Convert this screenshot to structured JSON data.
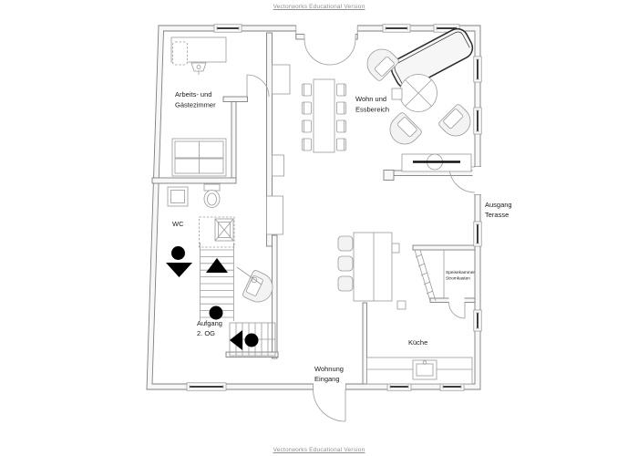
{
  "watermark": {
    "top": "Vectorworks Educational Version",
    "bottom": "Vectorworks Educational Version"
  },
  "rooms": {
    "study": {
      "line1": "Arbeits- und",
      "line2": "Gästezimmer"
    },
    "living": {
      "line1": "Wohn und",
      "line2": "Essbereich"
    },
    "wc": {
      "label": "WC"
    },
    "stairs": {
      "line1": "Aufgang",
      "line2": "2. OG"
    },
    "entrance": {
      "line1": "Wohnung",
      "line2": "Eingang"
    },
    "terrace": {
      "line1": "Ausgang",
      "line2": "Terasse"
    },
    "pantry": {
      "line1": "Speisekammer",
      "line2": "Stromkasten"
    },
    "kitchen": {
      "label": "Küche"
    }
  },
  "icons": {
    "stair_up": "triangle-up",
    "stair_down": "triangle-down",
    "stair_turn": "triangle-left",
    "stair_landing": "filled-circle"
  },
  "colors": {
    "wall": "#7f7f7f",
    "line": "#9a9a9a",
    "fill_light": "#f3f3f3",
    "symbol": "#000000",
    "text": "#1a1a1a",
    "watermark": "#8f9096",
    "sofa_outline": "#2a2a2a",
    "background": "#ffffff"
  }
}
